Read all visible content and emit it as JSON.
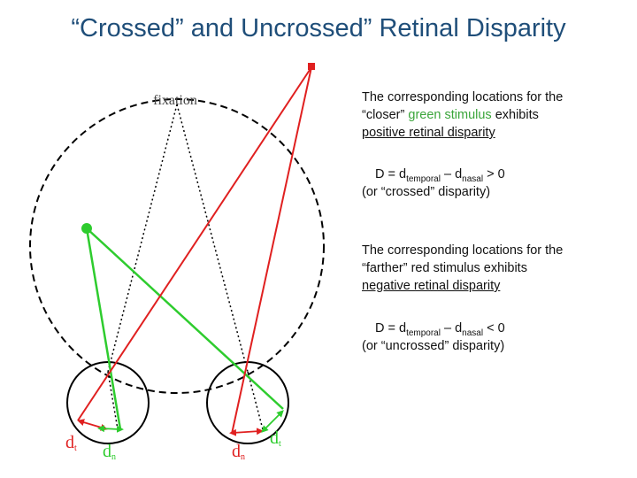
{
  "title": "“Crossed” and Uncrossed” Retinal Disparity",
  "diagram": {
    "fixation_label": "fixation",
    "labels": {
      "left_temporal": "d",
      "left_temporal_sub": "t",
      "left_nasal": "d",
      "left_nasal_sub": "n",
      "right_nasal": "d",
      "right_nasal_sub": "n",
      "right_temporal": "d",
      "right_temporal_sub": "t"
    },
    "colors": {
      "green_stimulus": "#2ecc2e",
      "red_stimulus": "#e02020",
      "guide_lines": "#000000"
    }
  },
  "crossed": {
    "line1": "The corresponding locations for the",
    "line2_pre": "“closer” ",
    "line2_green": "green stimulus",
    "line2_post": " exhibits",
    "line3": "positive retinal disparity",
    "eq_d": "D = d",
    "eq_sub1": "temporal",
    "eq_mid": " – d",
    "eq_sub2": "nasal",
    "eq_end": " > 0",
    "note": "(or “crossed” disparity)"
  },
  "uncrossed": {
    "line1": "The corresponding locations for the",
    "line2": "“farther” red stimulus exhibits",
    "line3": "negative retinal disparity",
    "eq_d": "D = d",
    "eq_sub1": "temporal",
    "eq_mid": " – d",
    "eq_sub2": "nasal",
    "eq_end": " < 0",
    "note": "(or “uncrossed” disparity)"
  }
}
